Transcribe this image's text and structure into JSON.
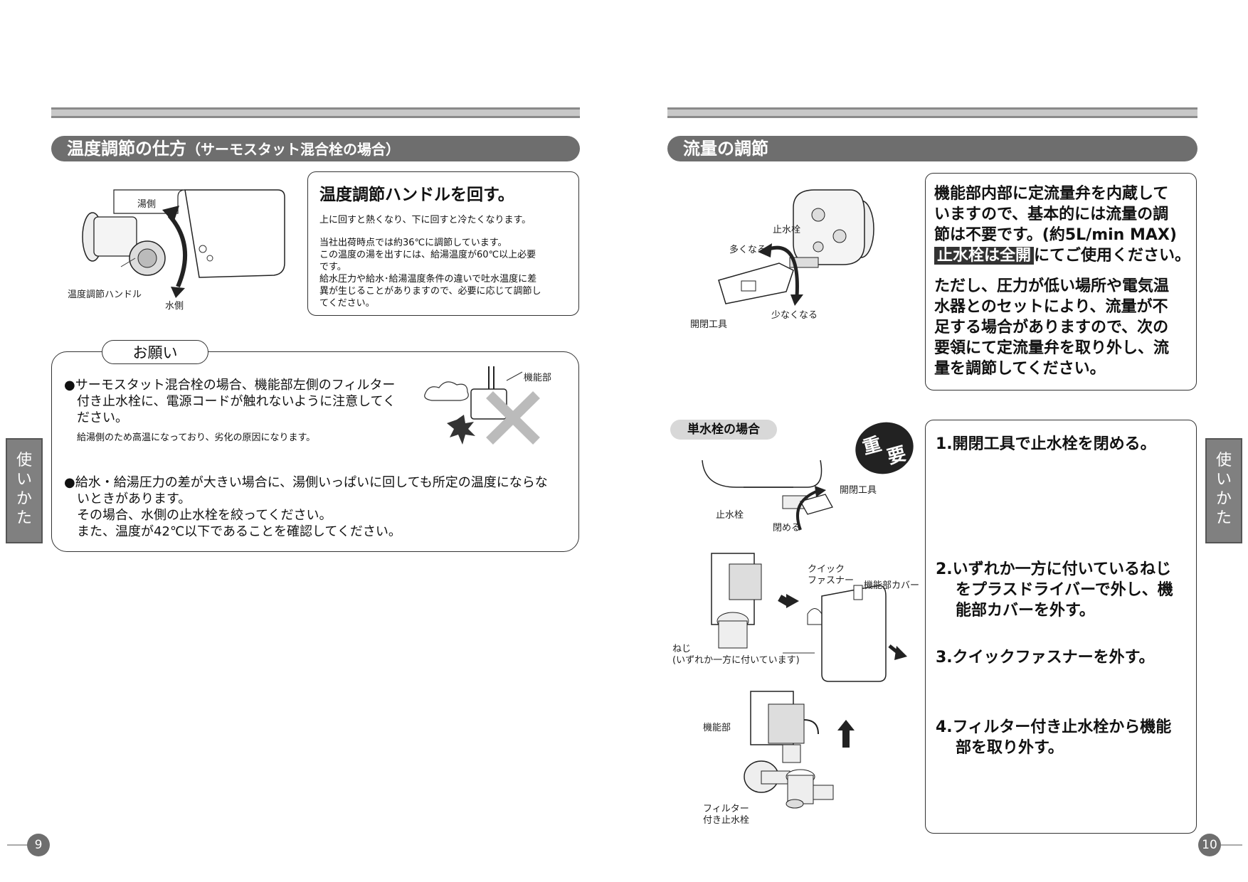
{
  "left_page": {
    "section_title": "温度調節の仕方",
    "section_title_sub": "（サーモスタット混合栓の場合）",
    "figure_labels": {
      "hot_side": "湯側",
      "cold_side": "水側",
      "handle": "温度調節ハンドル"
    },
    "handle_box": {
      "heading": "温度調節ハンドルを回す。",
      "p1": "上に回すと熱くなり、下に回すと冷たくなります。",
      "p2_lines": [
        "当社出荷時点では約36℃に調節しています。",
        "この温度の湯を出すには、給湯温度が60℃以上必要",
        "です。",
        "給水圧力や給水･給湯温度条件の違いで吐水温度に差",
        "異が生じることがありますので、必要に応じて調節し",
        "てください。"
      ]
    },
    "request_box": {
      "tab_label": "お願い",
      "figure_label": "機能部",
      "item1_lines": [
        "●サーモスタット混合栓の場合、機能部左側のフィルター",
        "付き止水栓に、電源コードが触れないように注意してく",
        "ださい。"
      ],
      "item1_note": "給湯側のため高温になっており、劣化の原因になります。",
      "item2_lines": [
        "●給水・給湯圧力の差が大きい場合に、湯側いっぱいに回しても所定の温度にならな",
        "いときがあります。",
        "その場合、水側の止水栓を絞ってください。",
        "また、温度が42℃以下であることを確認してください。"
      ]
    },
    "side_tab": [
      "使",
      "い",
      "か",
      "た"
    ],
    "page_number": "9"
  },
  "right_page": {
    "section_title": "流量の調節",
    "top_figure_labels": {
      "stopcock": "止水栓",
      "more": "多くなる",
      "less": "少なくなる",
      "tool": "開閉工具"
    },
    "info_box": {
      "lines": [
        "機能部内部に定流量弁を内蔵して",
        "いますので、基本的には流量の調",
        "節は不要です。(約5L/min MAX)"
      ],
      "highlight": "止水栓は全開",
      "highlight_rest": "にてご使用ください。",
      "lines2": [
        "ただし、圧力が低い場所や電気温",
        "水器とのセットにより、流量が不",
        "足する場合がありますので、次の",
        "要領にて定流量弁を取り外し、流",
        "量を調節してください。"
      ]
    },
    "single_tap_label": "単水栓の場合",
    "important_badge": [
      "重",
      "要"
    ],
    "figure_labels": {
      "tool": "開閉工具",
      "stopcock": "止水栓",
      "close": "閉める",
      "quick_fastener_1": "クイック",
      "quick_fastener_2": "ファスナー",
      "cover": "機能部カバー",
      "screw_1": "ねじ",
      "screw_2": "(いずれか一方に付いています)",
      "functional_part": "機能部",
      "filter_1": "フィルター",
      "filter_2": "付き止水栓"
    },
    "steps": [
      {
        "num": "1.",
        "lines": [
          "開閉工具で止水栓を閉める。"
        ]
      },
      {
        "num": "2.",
        "lines": [
          "いずれか一方に付いているねじ",
          "をプラスドライバーで外し、機",
          "能部カバーを外す。"
        ]
      },
      {
        "num": "3.",
        "lines": [
          "クイックファスナーを外す。"
        ]
      },
      {
        "num": "4.",
        "lines": [
          "フィルター付き止水栓から機能",
          "部を取り外す。"
        ]
      }
    ],
    "side_tab": [
      "使",
      "い",
      "か",
      "た"
    ],
    "page_number": "10"
  }
}
